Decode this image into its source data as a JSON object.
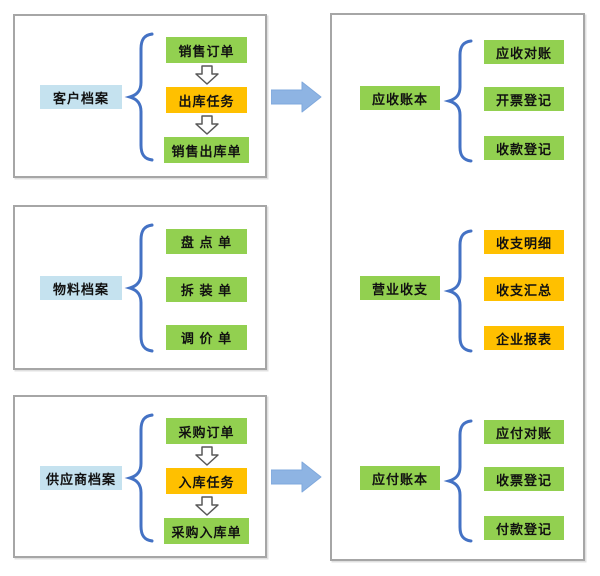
{
  "colors": {
    "green": "#92D050",
    "orange": "#FFC000",
    "light_blue": "#C5E2EF",
    "brace_blue": "#4472C4",
    "arrow_blue": "#8EB4E3",
    "panel_border": "#A6A6A6"
  },
  "left_panels": [
    {
      "parent": {
        "label": "客户档案",
        "bg": "#C5E2EF"
      },
      "children": [
        {
          "label": "销售订单",
          "bg": "#92D050"
        },
        {
          "label": "出库任务",
          "bg": "#FFC000"
        },
        {
          "label": "销售出库单",
          "bg": "#92D050"
        }
      ],
      "has_flow_arrows": true,
      "has_output_arrow": true
    },
    {
      "parent": {
        "label": "物料档案",
        "bg": "#C5E2EF"
      },
      "children": [
        {
          "label": "盘 点 单",
          "bg": "#92D050"
        },
        {
          "label": "拆 装 单",
          "bg": "#92D050"
        },
        {
          "label": "调 价 单",
          "bg": "#92D050"
        }
      ],
      "has_flow_arrows": false,
      "has_output_arrow": false
    },
    {
      "parent": {
        "label": "供应商档案",
        "bg": "#C5E2EF"
      },
      "children": [
        {
          "label": "采购订单",
          "bg": "#92D050"
        },
        {
          "label": "入库任务",
          "bg": "#FFC000"
        },
        {
          "label": "采购入库单",
          "bg": "#92D050"
        }
      ],
      "has_flow_arrows": true,
      "has_output_arrow": true
    }
  ],
  "right_panel": {
    "sections": [
      {
        "parent": {
          "label": "应收账本",
          "bg": "#92D050"
        },
        "children": [
          {
            "label": "应收对账",
            "bg": "#92D050"
          },
          {
            "label": "开票登记",
            "bg": "#92D050"
          },
          {
            "label": "收款登记",
            "bg": "#92D050"
          }
        ]
      },
      {
        "parent": {
          "label": "营业收支",
          "bg": "#92D050"
        },
        "children": [
          {
            "label": "收支明细",
            "bg": "#FFC000"
          },
          {
            "label": "收支汇总",
            "bg": "#FFC000"
          },
          {
            "label": "企业报表",
            "bg": "#FFC000"
          }
        ]
      },
      {
        "parent": {
          "label": "应付账本",
          "bg": "#92D050"
        },
        "children": [
          {
            "label": "应付对账",
            "bg": "#92D050"
          },
          {
            "label": "收票登记",
            "bg": "#92D050"
          },
          {
            "label": "付款登记",
            "bg": "#92D050"
          }
        ]
      }
    ]
  }
}
